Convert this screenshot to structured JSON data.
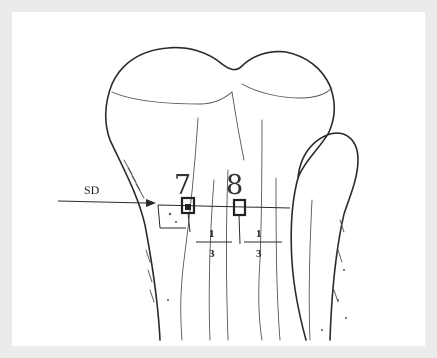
{
  "diagram": {
    "arrow_label": "SD",
    "portals": [
      {
        "number": "7"
      },
      {
        "number": "8"
      }
    ],
    "fractions": [
      {
        "numerator": "1",
        "denominator": "3"
      },
      {
        "numerator": "1",
        "denominator": "3"
      }
    ]
  }
}
